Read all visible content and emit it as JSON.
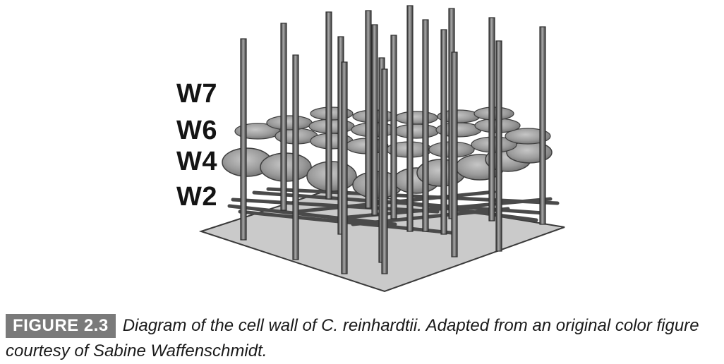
{
  "diagram": {
    "layer_labels": {
      "w7": "W7",
      "w6": "W6",
      "w4": "W4",
      "w2": "W2"
    },
    "icons": [
      "cell-wall-diagram"
    ]
  },
  "caption": {
    "figure_label": "FIGURE 2.3",
    "text": "Diagram of the cell wall of C. reinhardtii. Adapted from an original color figure courtesy of Sabine Waffenschmidt."
  },
  "colors": {
    "badge_bg": "#7a7a7a",
    "plate": "#c8c8c8",
    "ellipse": "#9a9a9a",
    "rod": "#6e6e6e"
  }
}
